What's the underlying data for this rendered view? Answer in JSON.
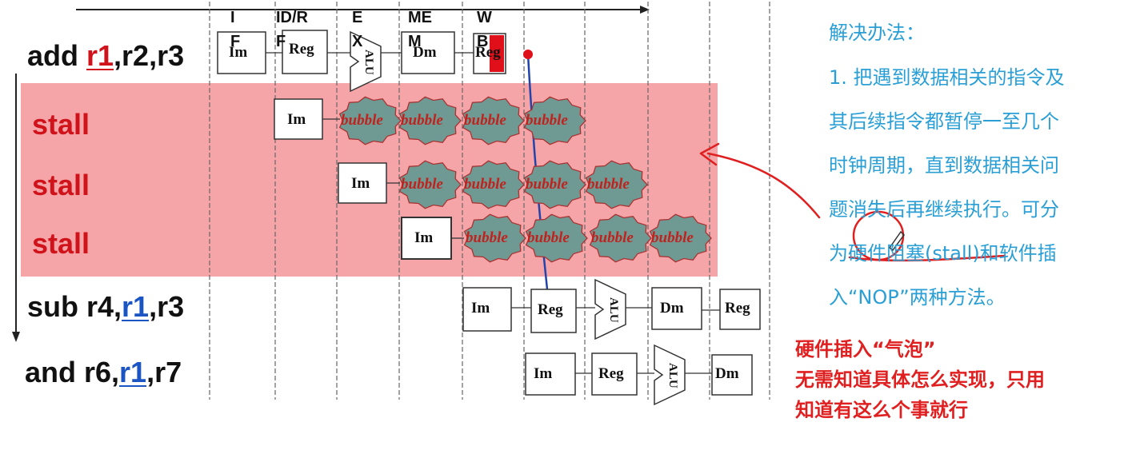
{
  "stages": [
    "I\nF",
    "ID/R\nF",
    "E\nX",
    "ME\nM",
    "W\nB"
  ],
  "instructions": [
    {
      "op": "add ",
      "r_hl": "r1",
      "rest": ",r2,r3",
      "kind": "add"
    },
    {
      "op": "stall",
      "kind": "stall"
    },
    {
      "op": "stall",
      "kind": "stall"
    },
    {
      "op": "stall",
      "kind": "stall"
    },
    {
      "op": "sub r4,",
      "r_hl": "r1",
      "rest": ",r3",
      "kind": "sub"
    },
    {
      "op": "and r6,",
      "r_hl": "r1",
      "rest": ",r7",
      "kind": "and"
    }
  ],
  "box_labels": {
    "im": "Im",
    "reg": "Reg",
    "dm": "Dm",
    "alu": "ALU",
    "bubble": "bubble"
  },
  "solution": {
    "title": "解决办法：",
    "lines": [
      "1. 把遇到数据相关的指令及",
      "其后续指令都暂停一至几个",
      "时钟周期，直到数据相关问",
      "题消失后再继续执行。可分",
      "为硬件阻塞(stall)和软件插",
      "入“NOP”两种方法。"
    ]
  },
  "note": {
    "lines": [
      "硬件插入“气泡”",
      "无需知道具体怎么实现，只用",
      "知道有这么个事就行"
    ]
  },
  "colors": {
    "stall_band": "#f5a5a8",
    "bubble_fill": "#6e9a93",
    "bubble_text": "#c0221e",
    "stall_text": "#d0121b",
    "reg_red": "#d0121b",
    "reg_blue": "#1b55c4",
    "wb_highlight": "#e0101a",
    "forward_line": "#2244aa",
    "dot": "#e0101a",
    "solution_text": "#2a9fd6",
    "note_text": "#e02020",
    "annotation": "#e02020"
  }
}
